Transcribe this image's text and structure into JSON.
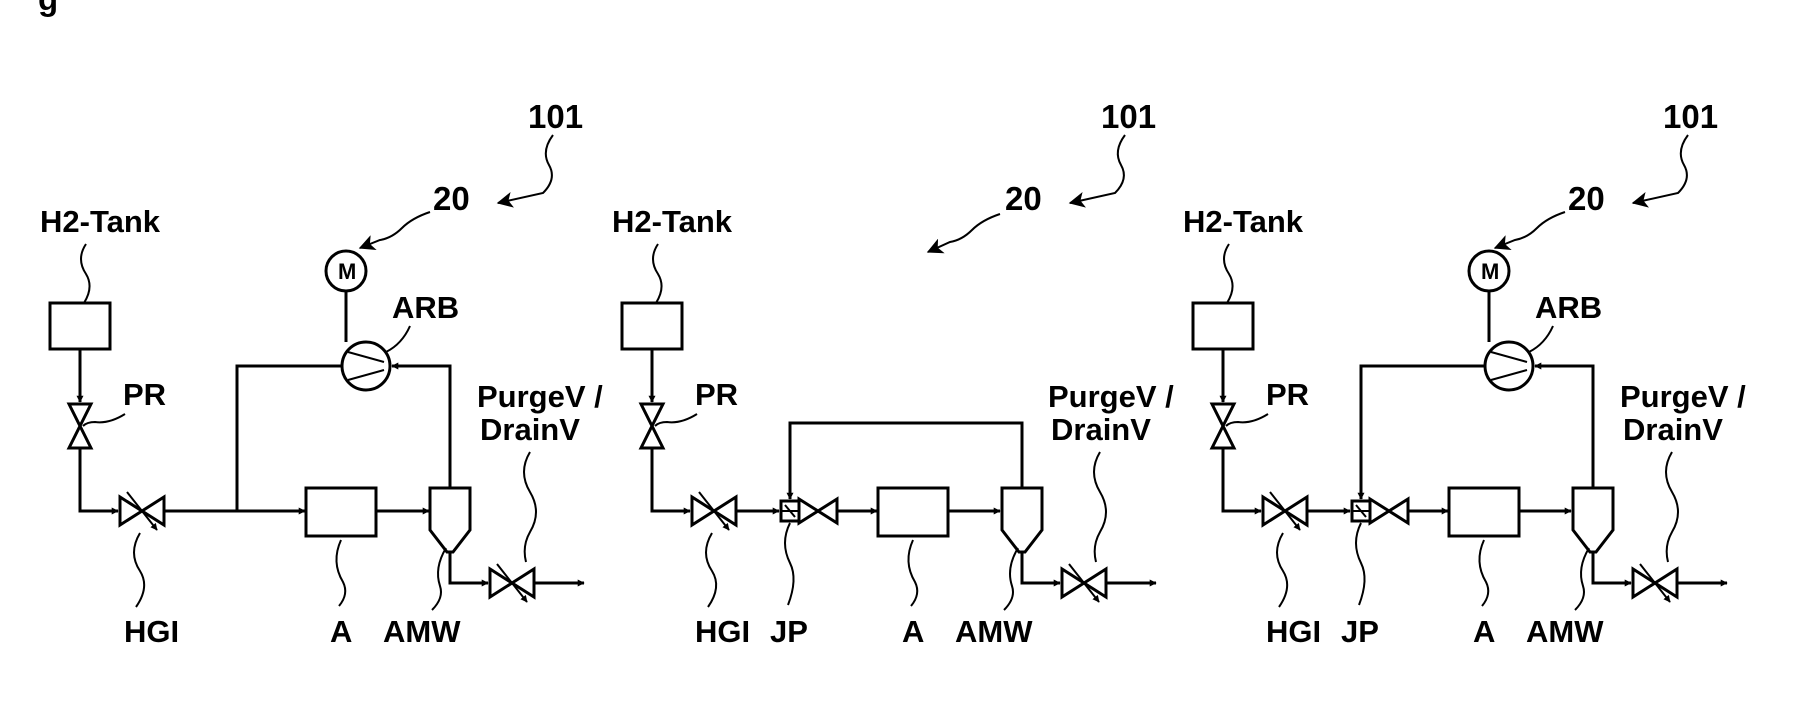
{
  "figure_label": "g",
  "diagrams": [
    {
      "ref_system": "101",
      "ref_module": "20",
      "tank": "H2-Tank",
      "motor": "M",
      "blower": "ARB",
      "pressure_regulator": "PR",
      "purge_valve_line1": "PurgeV /",
      "purge_valve_line2": "DrainV",
      "injector": "HGI",
      "anode": "A",
      "water_separator": "AMW"
    },
    {
      "ref_system": "101",
      "ref_module": "20",
      "tank": "H2-Tank",
      "pressure_regulator": "PR",
      "purge_valve_line1": "PurgeV /",
      "purge_valve_line2": "DrainV",
      "injector": "HGI",
      "jet_pump": "JP",
      "anode": "A",
      "water_separator": "AMW"
    },
    {
      "ref_system": "101",
      "ref_module": "20",
      "tank": "H2-Tank",
      "motor": "M",
      "blower": "ARB",
      "pressure_regulator": "PR",
      "purge_valve_line1": "PurgeV /",
      "purge_valve_line2": "DrainV",
      "injector": "HGI",
      "jet_pump": "JP",
      "anode": "A",
      "water_separator": "AMW"
    }
  ]
}
